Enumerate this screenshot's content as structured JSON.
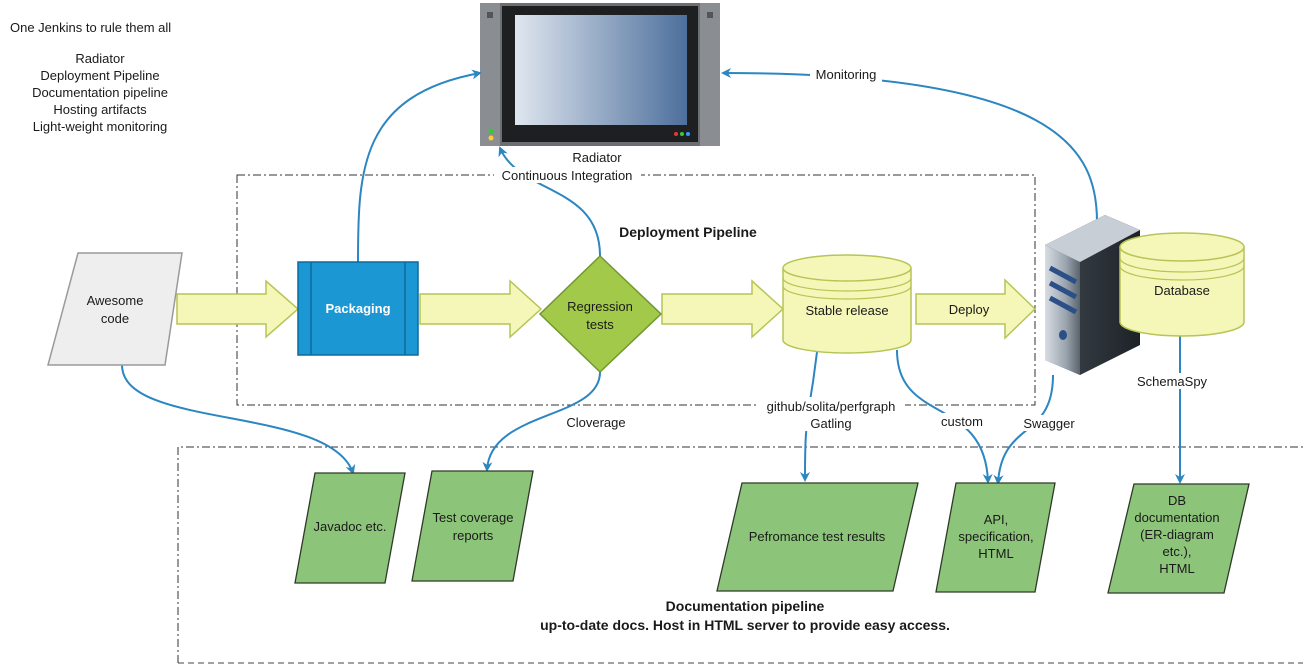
{
  "intro": {
    "title": "One Jenkins to rule them all",
    "items": [
      "Radiator",
      "Deployment Pipeline",
      "Documentation pipeline",
      "Hosting artifacts",
      "Light-weight monitoring"
    ]
  },
  "radiator": {
    "label": "Radiator"
  },
  "deployment_pipeline": {
    "title": "Deployment Pipeline"
  },
  "nodes": {
    "awesome_code": [
      "Awesome",
      "code"
    ],
    "packaging": "Packaging",
    "regression_tests": [
      "Regression",
      "tests"
    ],
    "stable_release": "Stable release",
    "deploy": "Deploy",
    "database": "Database"
  },
  "edge_labels": {
    "continuous_integration": "Continuous Integration",
    "monitoring": "Monitoring",
    "cloverage": "Cloverage",
    "perfgraph": [
      "github/solita/perfgraph",
      "Gatling"
    ],
    "custom": "custom",
    "swagger": "Swagger",
    "schemaspy": "SchemaSpy"
  },
  "docs": {
    "javadoc": [
      "Javadoc etc."
    ],
    "test_coverage": [
      "Test coverage",
      "reports"
    ],
    "performance": [
      "Pefromance test results"
    ],
    "api": [
      "API,",
      "specification,",
      "HTML"
    ],
    "db": [
      "DB",
      "documentation",
      "(ER-diagram",
      "etc.),",
      "HTML"
    ]
  },
  "documentation_pipeline": {
    "title": "Documentation pipeline",
    "subtitle": "up-to-date docs. Host in HTML server to provide easy access."
  },
  "colors": {
    "arrow_blue": "#2b86c1",
    "yellow_fill": "#f5f7b8",
    "yellow_stroke": "#b7c456",
    "green_doc": "#8cc579",
    "packaging_blue": "#1b97d4",
    "diamond_green": "#a2c94a"
  }
}
